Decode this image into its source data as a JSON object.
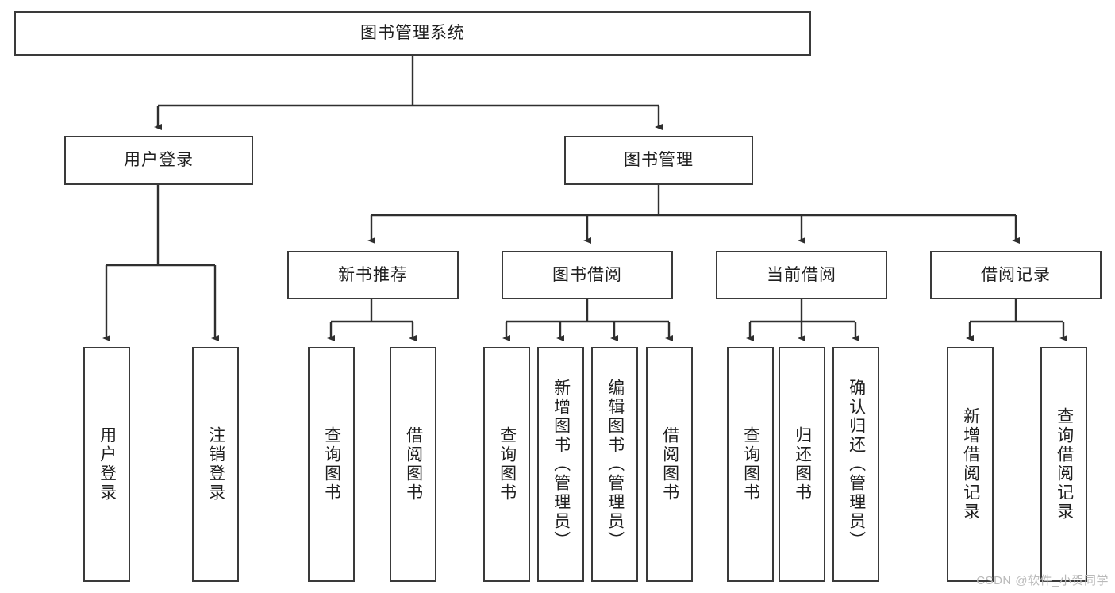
{
  "diagram": {
    "type": "hierarchy-tree",
    "title": "图书管理系统",
    "watermark": "CSDN @软件_小贺同学",
    "colors": {
      "box_border": "#3a3a3a",
      "box_fill": "#ffffff",
      "connector": "#2f2f2f",
      "text": "#1f1f1f",
      "watermark": "#b9b9b9"
    },
    "levels": {
      "root": {
        "label": "图书管理系统"
      },
      "level2": [
        {
          "label": "用户登录"
        },
        {
          "label": "图书管理"
        }
      ],
      "level3": [
        {
          "label": "新书推荐"
        },
        {
          "label": "图书借阅"
        },
        {
          "label": "当前借阅"
        },
        {
          "label": "借阅记录"
        }
      ],
      "leaves": [
        {
          "label": "用户登录",
          "parent": "用户登录"
        },
        {
          "label": "注销登录",
          "parent": "用户登录"
        },
        {
          "label": "查询图书",
          "parent": "新书推荐"
        },
        {
          "label": "借阅图书",
          "parent": "新书推荐"
        },
        {
          "label": "查询图书",
          "parent": "图书借阅"
        },
        {
          "label": "新增图书（管理员）",
          "parent": "图书借阅"
        },
        {
          "label": "编辑图书（管理员）",
          "parent": "图书借阅"
        },
        {
          "label": "借阅图书",
          "parent": "图书借阅"
        },
        {
          "label": "查询图书",
          "parent": "当前借阅"
        },
        {
          "label": "归还图书",
          "parent": "当前借阅"
        },
        {
          "label": "确认归还（管理员）",
          "parent": "当前借阅"
        },
        {
          "label": "新增借阅记录",
          "parent": "借阅记录"
        },
        {
          "label": "查询借阅记录",
          "parent": "借阅记录"
        }
      ]
    }
  }
}
